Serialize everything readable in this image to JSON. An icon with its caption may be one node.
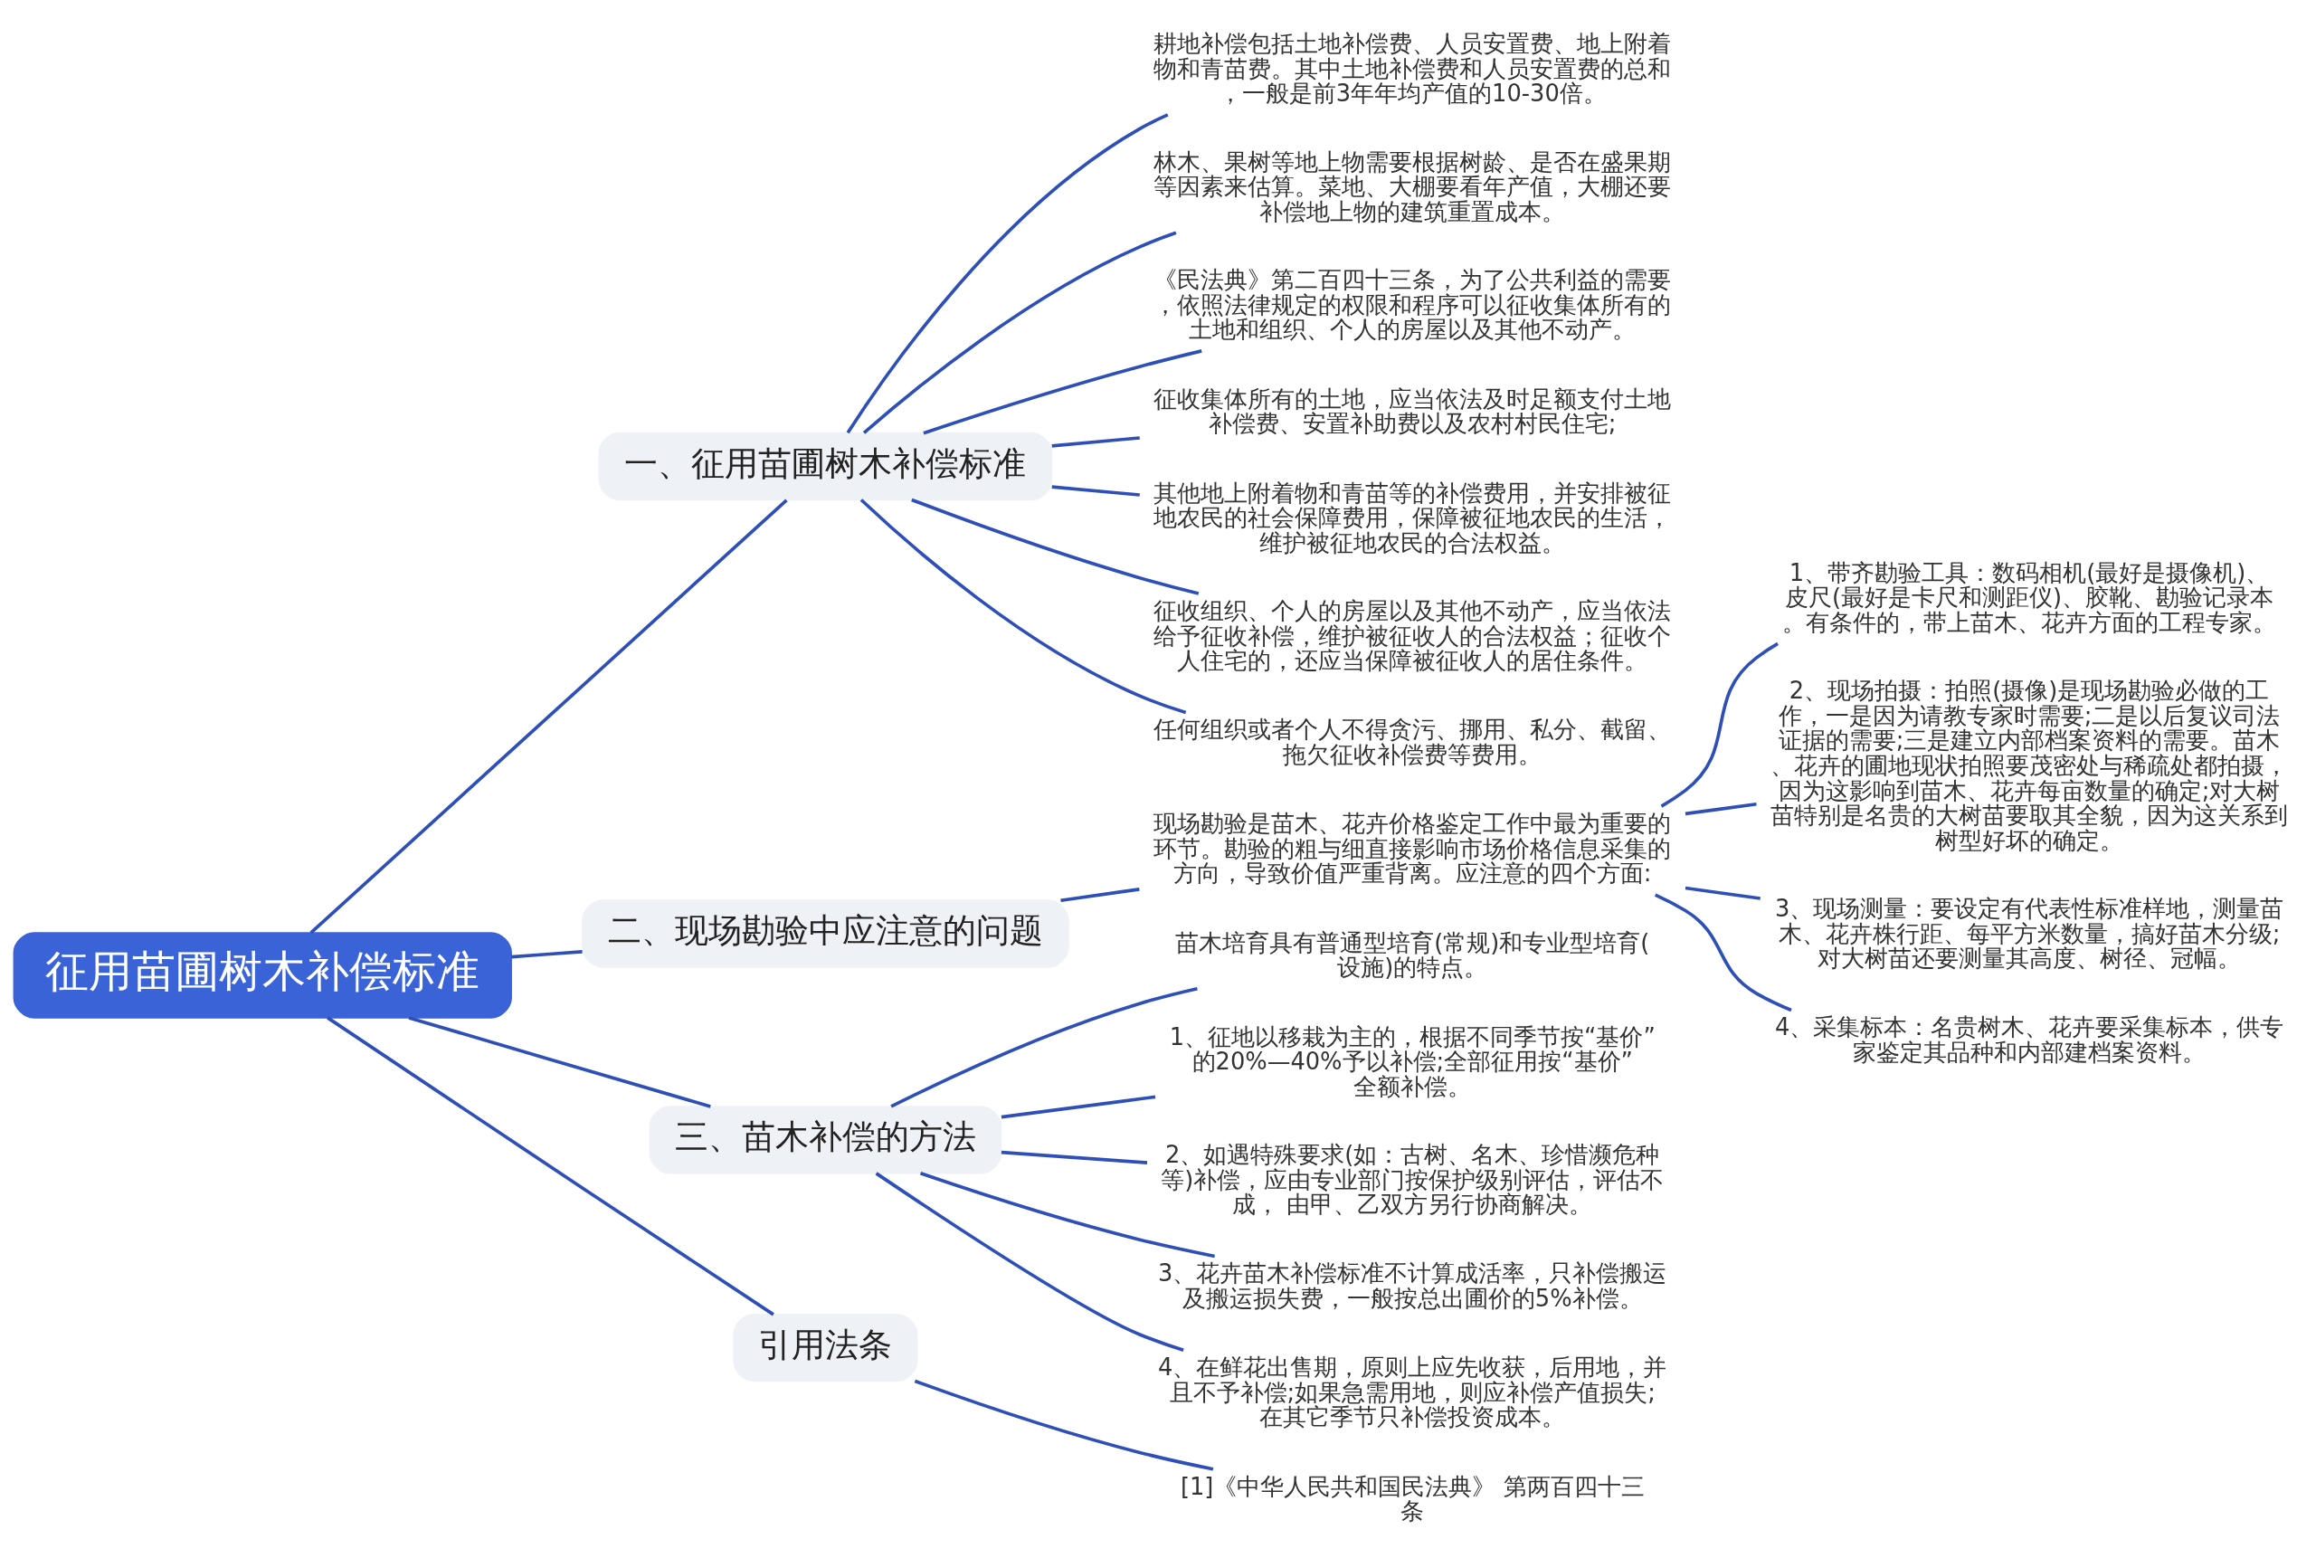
{
  "diagram": {
    "nodes": [
      {
        "text": [
          "征用苗圃树木补偿标准"
        ]
      },
      {
        "text": [
          "一、征用苗圃树木补偿标准"
        ]
      },
      {
        "text": [
          "耕地补偿包括土地补偿费、人员安置费、地上附着物和青苗费。其中土地补偿费和人员安置费的总和，一般是前3年年均产值的10-30倍。"
        ]
      },
      {
        "text": [
          "林木、果树等地上物需要根据树龄、是否在盛果期等因素来估算。菜地、大棚要看年产值，大棚还要补偿地上物的建筑重置成本。"
        ]
      },
      {
        "text": [
          "《民法典》第二百四十三条，为了公共利益的需要，依照法律规定的权限和程序可以征收集体所有的土地和组织、个人的房屋以及其他不动产。"
        ]
      },
      {
        "text": [
          "征收集体所有的土地，应当依法及时足额支付土地补偿费、安置补助费以及农村村民住宅;"
        ]
      },
      {
        "text": [
          "其他地上附着物和青苗等的补偿费用，并安排被征地农民的社会保障费用，保障被征地农民的生活，维护被征地农民的合法权益。"
        ]
      },
      {
        "text": [
          "征收组织、个人的房屋以及其他不动产，应当依法给予征收补偿，维护被征收人的合法权益；征收个人住宅的，还应当保障被征收人的居住条件。"
        ]
      },
      {
        "text": [
          "任何组织或者个人不得贪污、挪用、私分、截留、拖欠征收补偿费等费用。"
        ]
      },
      {
        "text": [
          "二、现场勘验中应注意的问题"
        ]
      },
      {
        "text": [
          "现场勘验是苗木、花卉价格鉴定工作中最为重要的环节。勘验的粗与细直接影响市场价格信息采集的方向，导致价值严重背离。应注意的四个方面:"
        ]
      },
      {
        "text": [
          "1、带齐勘验工具：数码相机(最好是摄像机)、皮尺(最好是卡尺和测距仪)、胶靴、勘验记录本。有条件的，带上苗木、花卉方面的工程专家。"
        ]
      },
      {
        "text": [
          "2、现场拍摄：拍照(摄像)是现场勘验必做的工作，一是因为请教专家时需要;二是以后复议司法证据的需要;三是建立内部档案资料的需要。苗木、花卉的圃地现状拍照要茂密处与稀疏处都拍摄，因为这影响到苗木、花卉每亩数量的确定;对大树苗特别是名贵的大树苗要取其全貌，因为这关系到树型好坏的确定。"
        ]
      },
      {
        "text": [
          "3、现场测量：要设定有代表性标准样地，测量苗木、花卉株行距、每平方米数量，搞好苗木分级;对大树苗还要测量其高度、树径、冠幅。"
        ]
      },
      {
        "text": [
          "4、采集标本：名贵树木、花卉要采集标本，供专家鉴定其品种和内部建档案资料。"
        ]
      },
      {
        "text": [
          "三、苗木补偿的方法"
        ]
      },
      {
        "text": [
          "苗木培育具有普通型培育(常规)和专业型培育(设施)的特点。"
        ]
      },
      {
        "text": [
          "1、征地以移栽为主的，根据不同季节按“基价”的20%—40%予以补偿;全部征用按“基价”全额补偿。"
        ]
      },
      {
        "text": [
          "2、如遇特殊要求(如：古树、名木、珍惜濒危种等)补偿，应由专业部门按保护级别评估，评估不成， 由甲、乙双方另行协商解决。"
        ]
      },
      {
        "text": [
          "3、花卉苗木补偿标准不计算成活率，只补偿搬运及搬运损失费，一般按总出圃价的5%补偿。"
        ]
      },
      {
        "text": [
          "4、在鲜花出售期，原则上应先收获，后用地，并且不予补偿;如果急需用地，则应补偿产值损失;在其它季节只补偿投资成本。"
        ]
      },
      {
        "text": [
          "引用法条"
        ]
      },
      {
        "text": [
          "[1]《中华人民共和国民法典》 第两百四十三条"
        ]
      }
    ],
    "edges": [
      {
        "from": 0,
        "to": 1,
        "arrow": "none"
      },
      {
        "from": 1,
        "to": 2,
        "arrow": "none"
      },
      {
        "from": 1,
        "to": 3,
        "arrow": "none"
      },
      {
        "from": 1,
        "to": 4,
        "arrow": "none"
      },
      {
        "from": 1,
        "to": 5,
        "arrow": "none"
      },
      {
        "from": 1,
        "to": 6,
        "arrow": "none"
      },
      {
        "from": 1,
        "to": 7,
        "arrow": "none"
      },
      {
        "from": 1,
        "to": 8,
        "arrow": "none"
      },
      {
        "from": 0,
        "to": 9,
        "arrow": "none"
      },
      {
        "from": 9,
        "to": 10,
        "arrow": "none"
      },
      {
        "from": 10,
        "to": 11,
        "arrow": "none"
      },
      {
        "from": 10,
        "to": 12,
        "arrow": "none"
      },
      {
        "from": 10,
        "to": 13,
        "arrow": "none"
      },
      {
        "from": 10,
        "to": 14,
        "arrow": "none"
      },
      {
        "from": 0,
        "to": 15,
        "arrow": "none"
      },
      {
        "from": 15,
        "to": 16,
        "arrow": "none"
      },
      {
        "from": 15,
        "to": 17,
        "arrow": "none"
      },
      {
        "from": 15,
        "to": 18,
        "arrow": "none"
      },
      {
        "from": 15,
        "to": 19,
        "arrow": "none"
      },
      {
        "from": 15,
        "to": 20,
        "arrow": "none"
      },
      {
        "from": 0,
        "to": 21,
        "arrow": "none"
      },
      {
        "from": 21,
        "to": 22,
        "arrow": "none"
      }
    ]
  }
}
